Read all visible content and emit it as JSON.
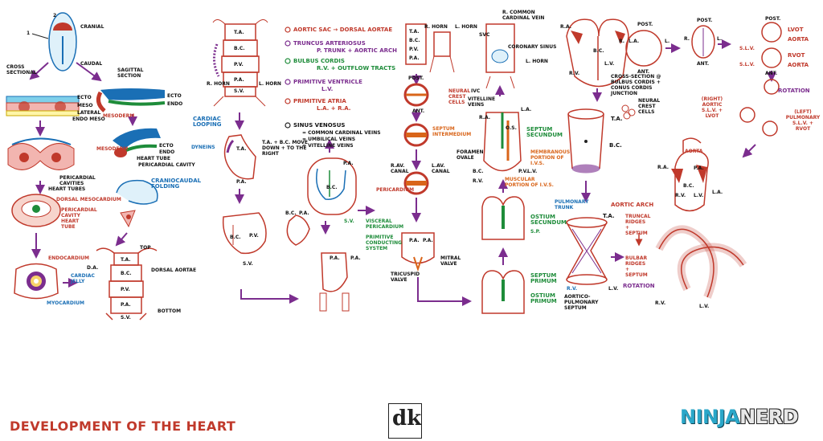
{
  "title": "DEVELOPMENT OF THE HEART",
  "logo_dk": "dk",
  "logo_ninja": "NINJA",
  "logo_nerd": "NERD",
  "labels": {
    "cranial": "CRANIAL",
    "caudal": "CAUDAL",
    "num1": "1",
    "num2": "2",
    "cross_sectional": "CROSS SECTIONAL",
    "sagittal_section": "SAGITTAL SECTION",
    "ecto": "ECTO",
    "meso": "MESO",
    "lateral": "LATERAL",
    "endo_meso": "ENDO MESO",
    "endo": "ENDO",
    "mesoderm": "MESODERM",
    "heart_tube": "HEART TUBE",
    "pericardial_cavity": "PERICARDIAL CAVITY",
    "pericardial_cavities": "PERICARDIAL CAVITIES",
    "heart_tubes": "HEART TUBES",
    "craniocaudal_folding": "CRANIOCAUDAL FOLDING",
    "dorsal_mesocardium": "DORSAL MESOCARDIUM",
    "pericardial_cavity2": "PERICARDIAL CAVITY",
    "heart_tube2": "HEART TUBE",
    "endocardium": "ENDOCARDIUM",
    "cardiac_jelly": "CARDIAC JELLY",
    "myocardium": "MYOCARDIUM",
    "top": "TOP",
    "bottom": "BOTTOM",
    "dorsal_aortae": "DORSAL AORTAE",
    "ta": "T.A.",
    "bc": "B.C.",
    "pv": "P.V.",
    "pa": "P.A.",
    "sv": "S.V.",
    "da": "D.A.",
    "r_horn": "R. HORN",
    "l_horn": "L. HORN",
    "cardiac_looping": "CARDIAC LOOPING",
    "dyneins": "DYNEINS",
    "ta_bc_move": "T.A. + B.C. MOVE DOWN + TO THE RIGHT",
    "aortic_sac": "AORTIC SAC → DORSAL AORTAE",
    "truncus": "TRUNCUS ARTERIOSUS",
    "truncus_sub": "P. TRUNK + AORTIC ARCH",
    "bulbus": "BULBUS CORDIS",
    "bulbus_sub": "R.V. + OUTFLOW TRACTS",
    "prim_ventricle": "PRIMITIVE VENTRICLE",
    "prim_ventricle_sub": "L.V.",
    "prim_atria": "PRIMITIVE ATRIA",
    "prim_atria_sub": "L.A. + R.A.",
    "sinus": "SINUS VENOSUS",
    "sinus_1": "= COMMON CARDINAL VEINS",
    "sinus_2": "= UMBILICAL VEINS",
    "sinus_3": "= VITELLINE VEINS",
    "pericardium": "PERICARDIUM",
    "visceral_pericardium": "VISCERAL PERICARDIUM",
    "prim_conducting": "PRIMITIVE CONDUCTING SYSTEM",
    "r_common_cardinal": "R. COMMON CARDINAL VEIN",
    "svc": "SVC",
    "coronary_sinus": "CORONARY SINUS",
    "l_horn2": "L. HORN",
    "ivc": "IVC",
    "vitelline_veins": "VITELLINE VEINS",
    "post": "POST.",
    "ant": "ANT.",
    "neural_crest": "NEURAL CREST CELLS",
    "septum_intermedium": "SEPTUM INTERMEDIUM",
    "rav_canal": "R.AV. CANAL",
    "lav_canal": "L.AV. CANAL",
    "mitral": "MITRAL VALVE",
    "tricuspid": "TRICUSPID VALVE",
    "septum_secundum": "SEPTUM SECUNDUM",
    "foramen_ovale": "FORAMEN OVALE",
    "membranous": "MEMBRANOUS PORTION OF I.V.S.",
    "muscular": "MUSCULAR PORTION OF I.V.S.",
    "ostium_secundum": "OSTIUM SECUNDUM",
    "sp": "S.P.",
    "septum_primum": "SEPTUM PRIMUM",
    "ostium_primum": "OSTIUM PRIMUM",
    "ra": "R.A.",
    "la": "L.A.",
    "rv": "R.V.",
    "lv": "L.V.",
    "os": "O.S.",
    "pulmonary_trunk": "PULMONARY TRUNK",
    "aortic_arch": "AORTIC ARCH",
    "truncal_ridges": "TRUNCAL RIDGES + SEPTUM",
    "bulbar_ridges": "BULBAR RIDGES + SEPTUM",
    "rotation": "ROTATION",
    "aortico_pulm": "AORTICO-PULMONARY SEPTUM",
    "cross_section": "CROSS-SECTION @ BULBUS CORDIS + CONUS CORDIS JUNCTION",
    "r": "R.",
    "l": "L.",
    "lvot": "LVOT",
    "rvot": "RVOT",
    "aorta": "AORTA",
    "slv": "S.L.V.",
    "rotation2": "ROTATION",
    "right_aortic": "(RIGHT) AORTIC S.L.V. + LVOT",
    "left_pulmonary": "(LEFT) PULMONARY S.L.V. + RVOT",
    "aorta2": "AORTA",
    "pa2": "P.A.",
    "bc2": "B.C."
  },
  "colors": {
    "red": "#c0392b",
    "green": "#1e8c3a",
    "purple": "#7b2d8e",
    "blue": "#1a6fb5",
    "orange": "#d9651a",
    "ninja_blue": "#2aa7c9"
  }
}
